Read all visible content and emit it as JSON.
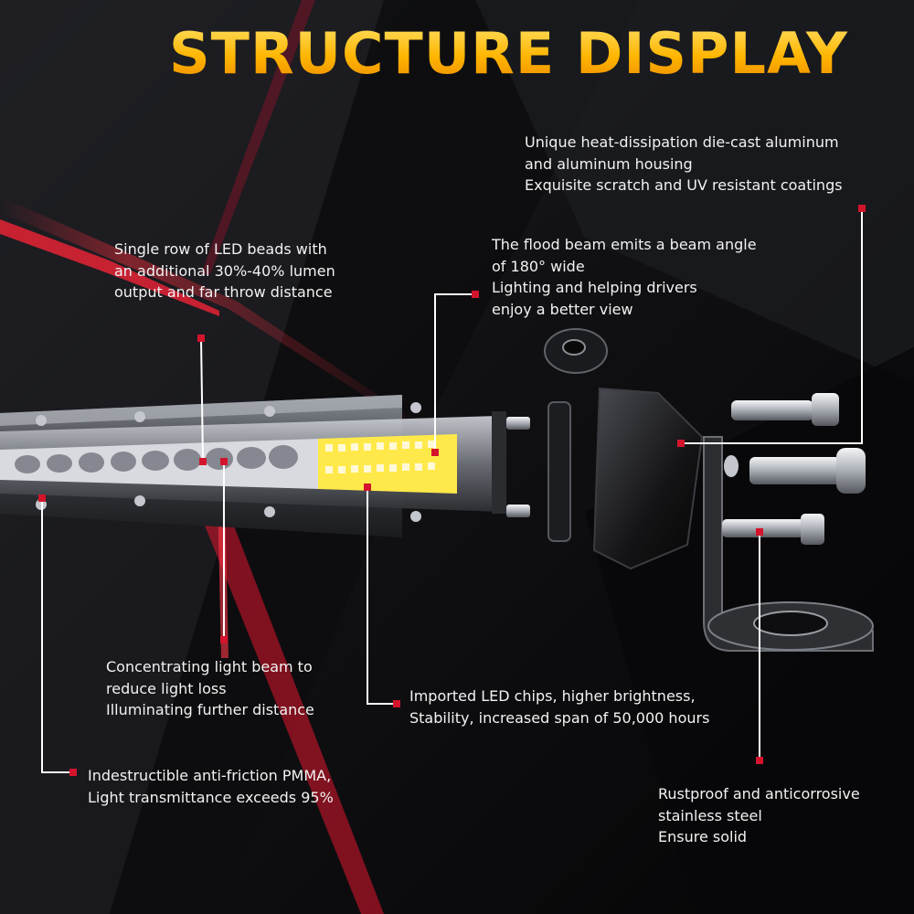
{
  "title": "STRUCTURE DISPLAY",
  "colors": {
    "accent": "#d3142c",
    "title_top": "#ffe36a",
    "title_bottom": "#e88600",
    "text": "#f2f2f2",
    "background": "#0b0b0d"
  },
  "callouts": {
    "housing": [
      "Unique heat-dissipation die-cast aluminum",
      "and aluminum housing",
      "Exquisite scratch and UV resistant coatings"
    ],
    "led_beads": [
      "Single row of LED beads with",
      "an additional 30%-40% lumen",
      "output and far throw distance"
    ],
    "flood": [
      "The flood beam emits a beam angle",
      "of 180°  wide",
      "Lighting and helping drivers",
      "enjoy a better view"
    ],
    "beam": [
      "Concentrating light beam to",
      "reduce light loss",
      "Illuminating further distance"
    ],
    "chips": [
      "Imported LED chips, higher brightness,",
      "Stability, increased span of 50,000 hours"
    ],
    "pmma": [
      "Indestructible anti-friction PMMA,",
      "Light transmittance exceeds 95%"
    ],
    "steel": [
      "Rustproof and anticorrosive",
      "stainless steel",
      "Ensure solid"
    ]
  }
}
